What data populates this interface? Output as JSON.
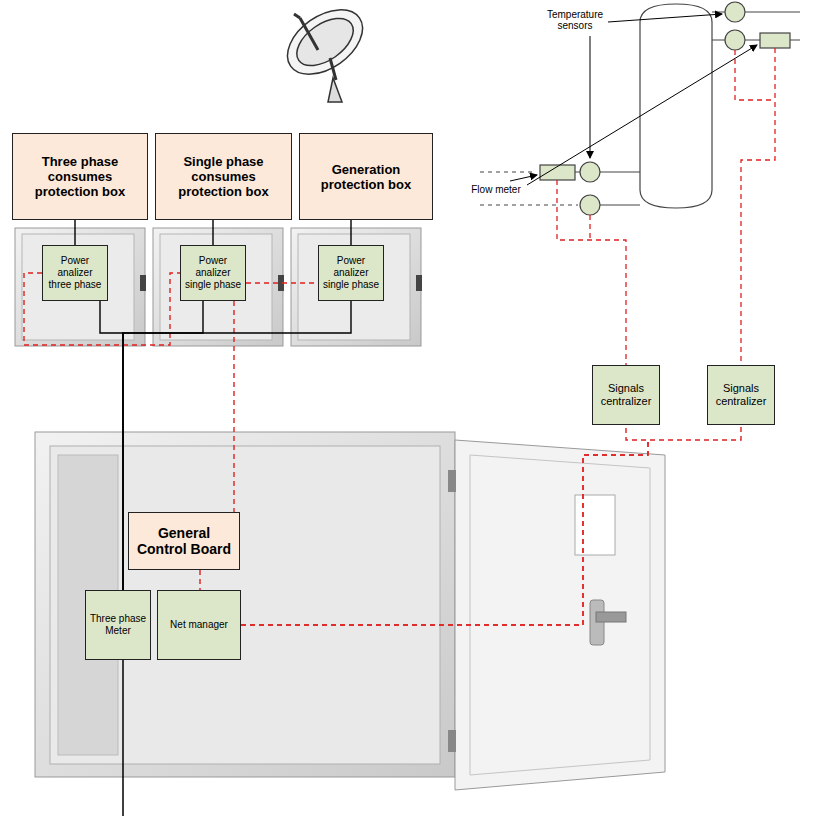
{
  "diagram": {
    "nodes": [
      {
        "text": [
          "Three phase consumes protection box"
        ]
      },
      {
        "text": [
          "Single phase consumes protection box"
        ]
      },
      {
        "text": [
          "Generation protection box"
        ]
      },
      {
        "text": [
          "Power analizer three phase"
        ]
      },
      {
        "text": [
          "Power analizer single phase"
        ]
      },
      {
        "text": [
          "Power analizer single phase"
        ]
      },
      {
        "text": [
          "Signals centralizer"
        ]
      },
      {
        "text": [
          "Signals centralizer"
        ]
      },
      {
        "text": [
          "General Control Board"
        ]
      },
      {
        "text": [
          "Three phase Meter"
        ]
      },
      {
        "text": [
          "Net manager"
        ]
      }
    ],
    "edges": [
      {
        "from": 0,
        "to": 3,
        "arrow": "none"
      },
      {
        "from": 1,
        "to": 4,
        "arrow": "none"
      },
      {
        "from": 2,
        "to": 5,
        "arrow": "none"
      },
      {
        "from": 3,
        "to": 4,
        "arrow": "none"
      },
      {
        "from": 4,
        "to": 5,
        "arrow": "none"
      },
      {
        "from": 4,
        "to": 8,
        "arrow": "none"
      },
      {
        "from": 8,
        "to": 10,
        "arrow": "none"
      },
      {
        "from": 10,
        "to": 6,
        "arrow": "none"
      },
      {
        "from": 10,
        "to": 7,
        "arrow": "none"
      },
      {
        "from": 3,
        "to": 9,
        "arrow": "none"
      },
      {
        "from": 4,
        "to": 9,
        "arrow": "none"
      },
      {
        "from": 5,
        "to": 9,
        "arrow": "none"
      }
    ],
    "labels": [
      "Temperature sensors",
      "Flow meter"
    ]
  }
}
